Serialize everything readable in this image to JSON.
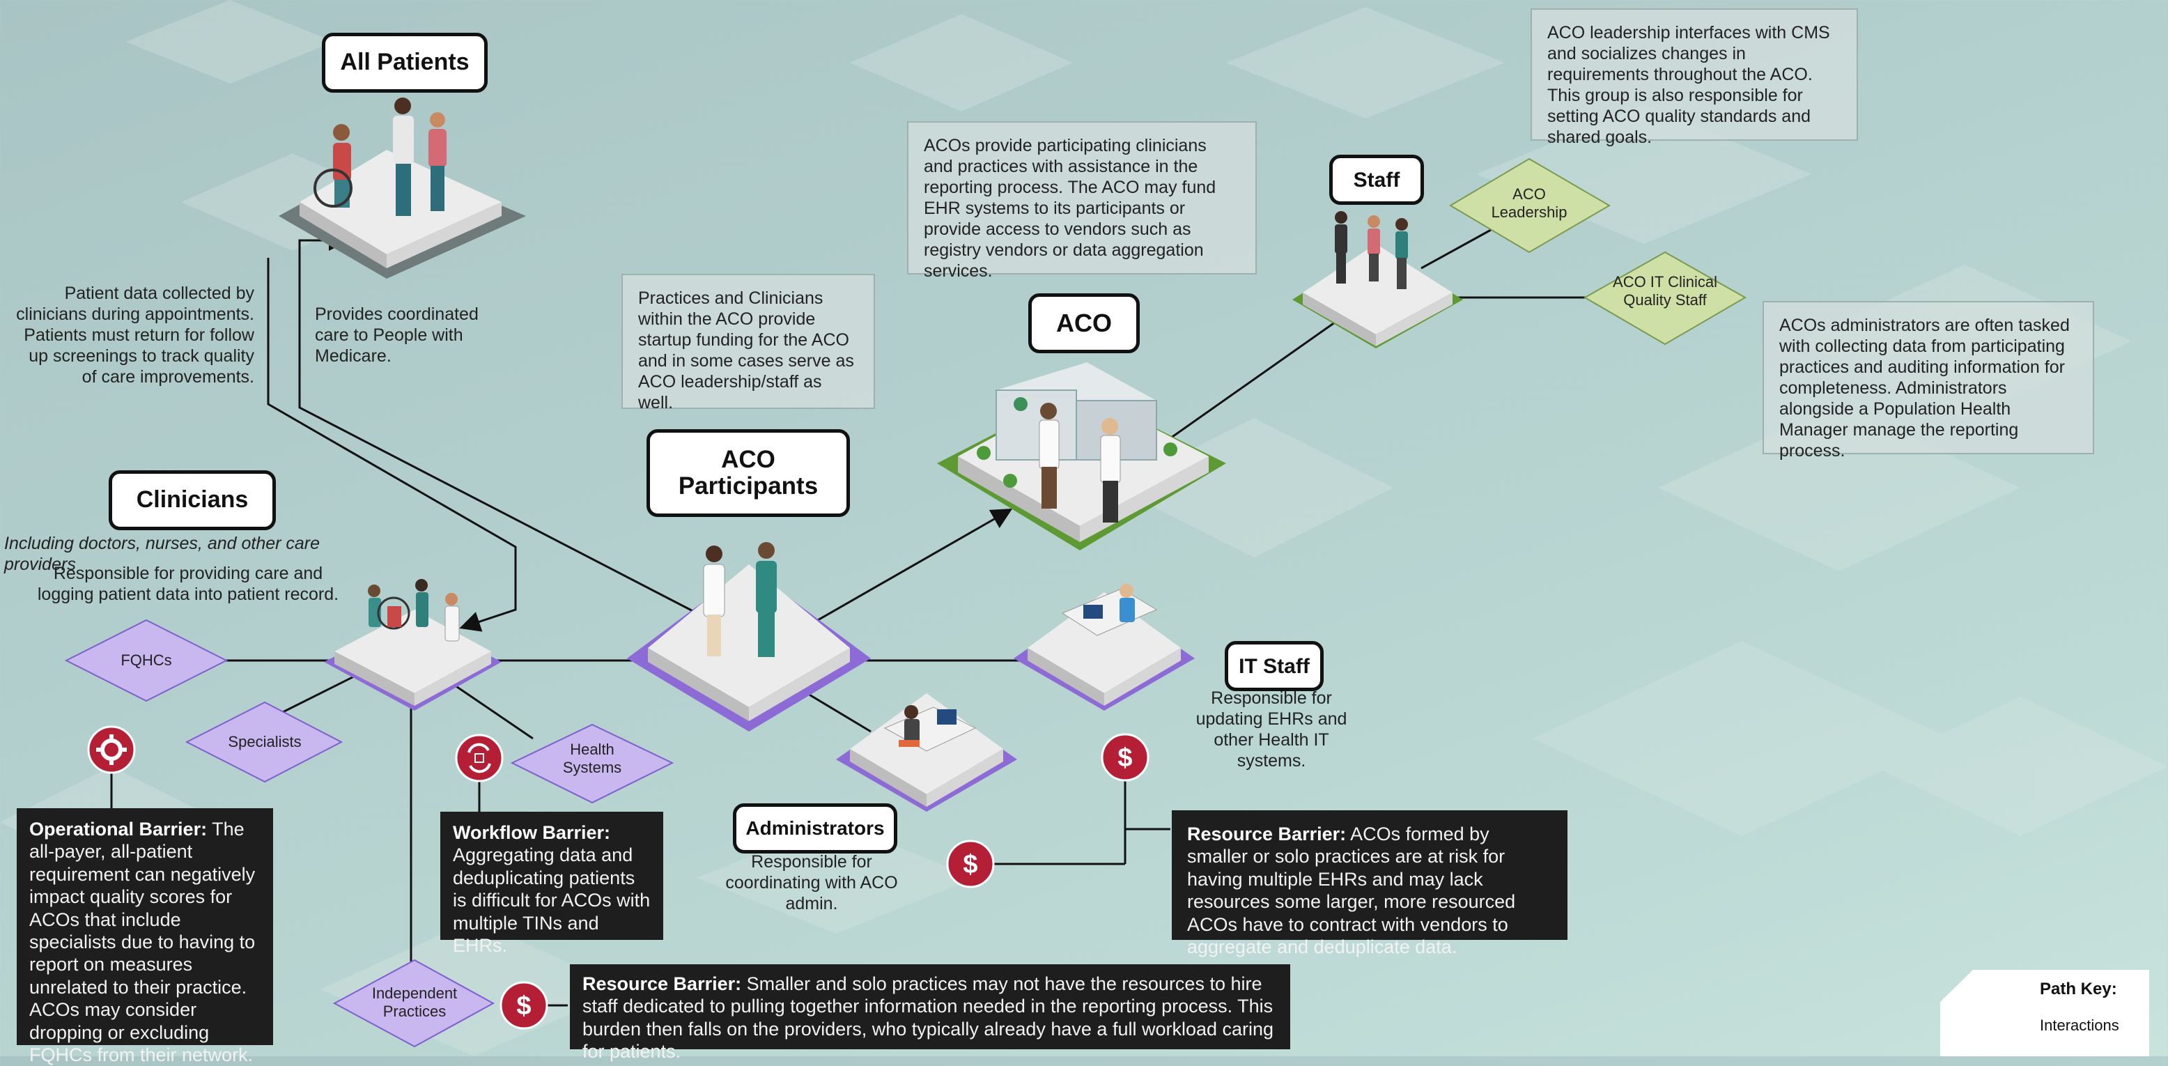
{
  "colors": {
    "purple": "#c9b7ef",
    "purple_dark": "#8d6bd6",
    "green": "#cfe0a6",
    "green_dark": "#5e9a33",
    "barrier_red": "#b51f36",
    "dark_box": "#1e1e1e"
  },
  "titles": {
    "all_patients": "All Patients",
    "clinicians": "Clinicians",
    "aco_participants": "ACO Participants",
    "aco": "ACO",
    "staff": "Staff",
    "it_staff": "IT Staff",
    "administrators": "Administrators"
  },
  "captions": {
    "patient_data": "Patient data collected by clinicians during appointments. Patients must return for follow up screenings to track quality of care improvements.",
    "coordinated_care": "Provides coordinated care to People with Medicare.",
    "clinicians_italic": "Including doctors, nurses, and other care providers",
    "clinicians_role": "Responsible for providing care and logging patient data into patient record.",
    "it_staff_role": "Responsible for updating EHRs and other Health IT systems.",
    "administrators_role": "Responsible for coordinating with ACO admin."
  },
  "info_boxes": {
    "practices": "Practices and Clinicians within the ACO provide startup funding for the ACO and in some cases serve as ACO leadership/staff as well.",
    "aco_assist": "ACOs provide participating clinicians and practices with assistance in the reporting process. The ACO may fund EHR systems to its participants or provide access to vendors such as registry vendors or data aggregation services.",
    "leadership": "ACO leadership interfaces with CMS and socializes changes in requirements throughout the ACO. This group is also responsible for setting ACO quality standards and shared goals.",
    "administrators": "ACOs administrators are often tasked with collecting data from participating practices and auditing information for completeness. Administrators alongside a Population Health Manager manage the reporting process."
  },
  "diamonds": {
    "fqhcs": "FQHCs",
    "specialists": "Specialists",
    "health_systems": "Health Systems",
    "independent_practices": "Independent Practices",
    "aco_leadership": "ACO Leadership",
    "aco_it": "ACO IT Clinical Quality Staff"
  },
  "barriers": {
    "operational_title": "Operational Barrier:",
    "operational_text": "The all-payer, all-patient requirement can negatively impact quality scores for ACOs that include specialists due to having to report on measures unrelated to their practice. ACOs may consider dropping or excluding FQHCs from their network.",
    "workflow_title": "Workflow Barrier:",
    "workflow_text": "Aggregating data and deduplicating patients is difficult for ACOs with multiple TINs and EHRs.",
    "resource1_title": "Resource Barrier:",
    "resource1_text": "ACOs formed by smaller or solo practices are at risk for having multiple EHRs and may lack resources some larger, more resourced ACOs have to contract with vendors to aggregate and deduplicate data.",
    "resource2_title": "Resource Barrier:",
    "resource2_text": "Smaller and solo practices may not have the resources to hire staff dedicated to pulling together information needed in the reporting process. This burden then falls on the providers, who typically already have a full workload caring for patients."
  },
  "key": {
    "title": "Path Key:",
    "interactions": "Interactions"
  },
  "icons": {
    "operational": "gear-icon",
    "workflow": "cycle-arrows-icon",
    "resource": "dollar-icon"
  }
}
